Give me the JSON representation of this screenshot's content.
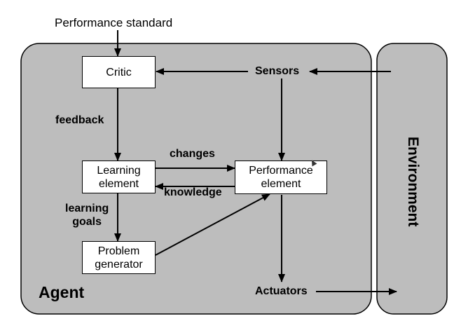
{
  "performance_standard": "Performance standard",
  "agent_label": "Agent",
  "environment_label": "Environment",
  "boxes": {
    "critic": [
      "Critic"
    ],
    "learning_element": [
      "Learning",
      "element"
    ],
    "performance_element": [
      "Performance",
      "element"
    ],
    "problem_generator": [
      "Problem",
      "generator"
    ]
  },
  "labels": {
    "sensors": "Sensors",
    "actuators": "Actuators",
    "feedback": "feedback",
    "changes": "changes",
    "knowledge": "knowledge",
    "learning_goals": [
      "learning",
      "goals"
    ]
  },
  "colors": {
    "panel_fill": "#bdbdbd",
    "panel_stroke": "#000000",
    "box_fill": "#ffffff"
  }
}
